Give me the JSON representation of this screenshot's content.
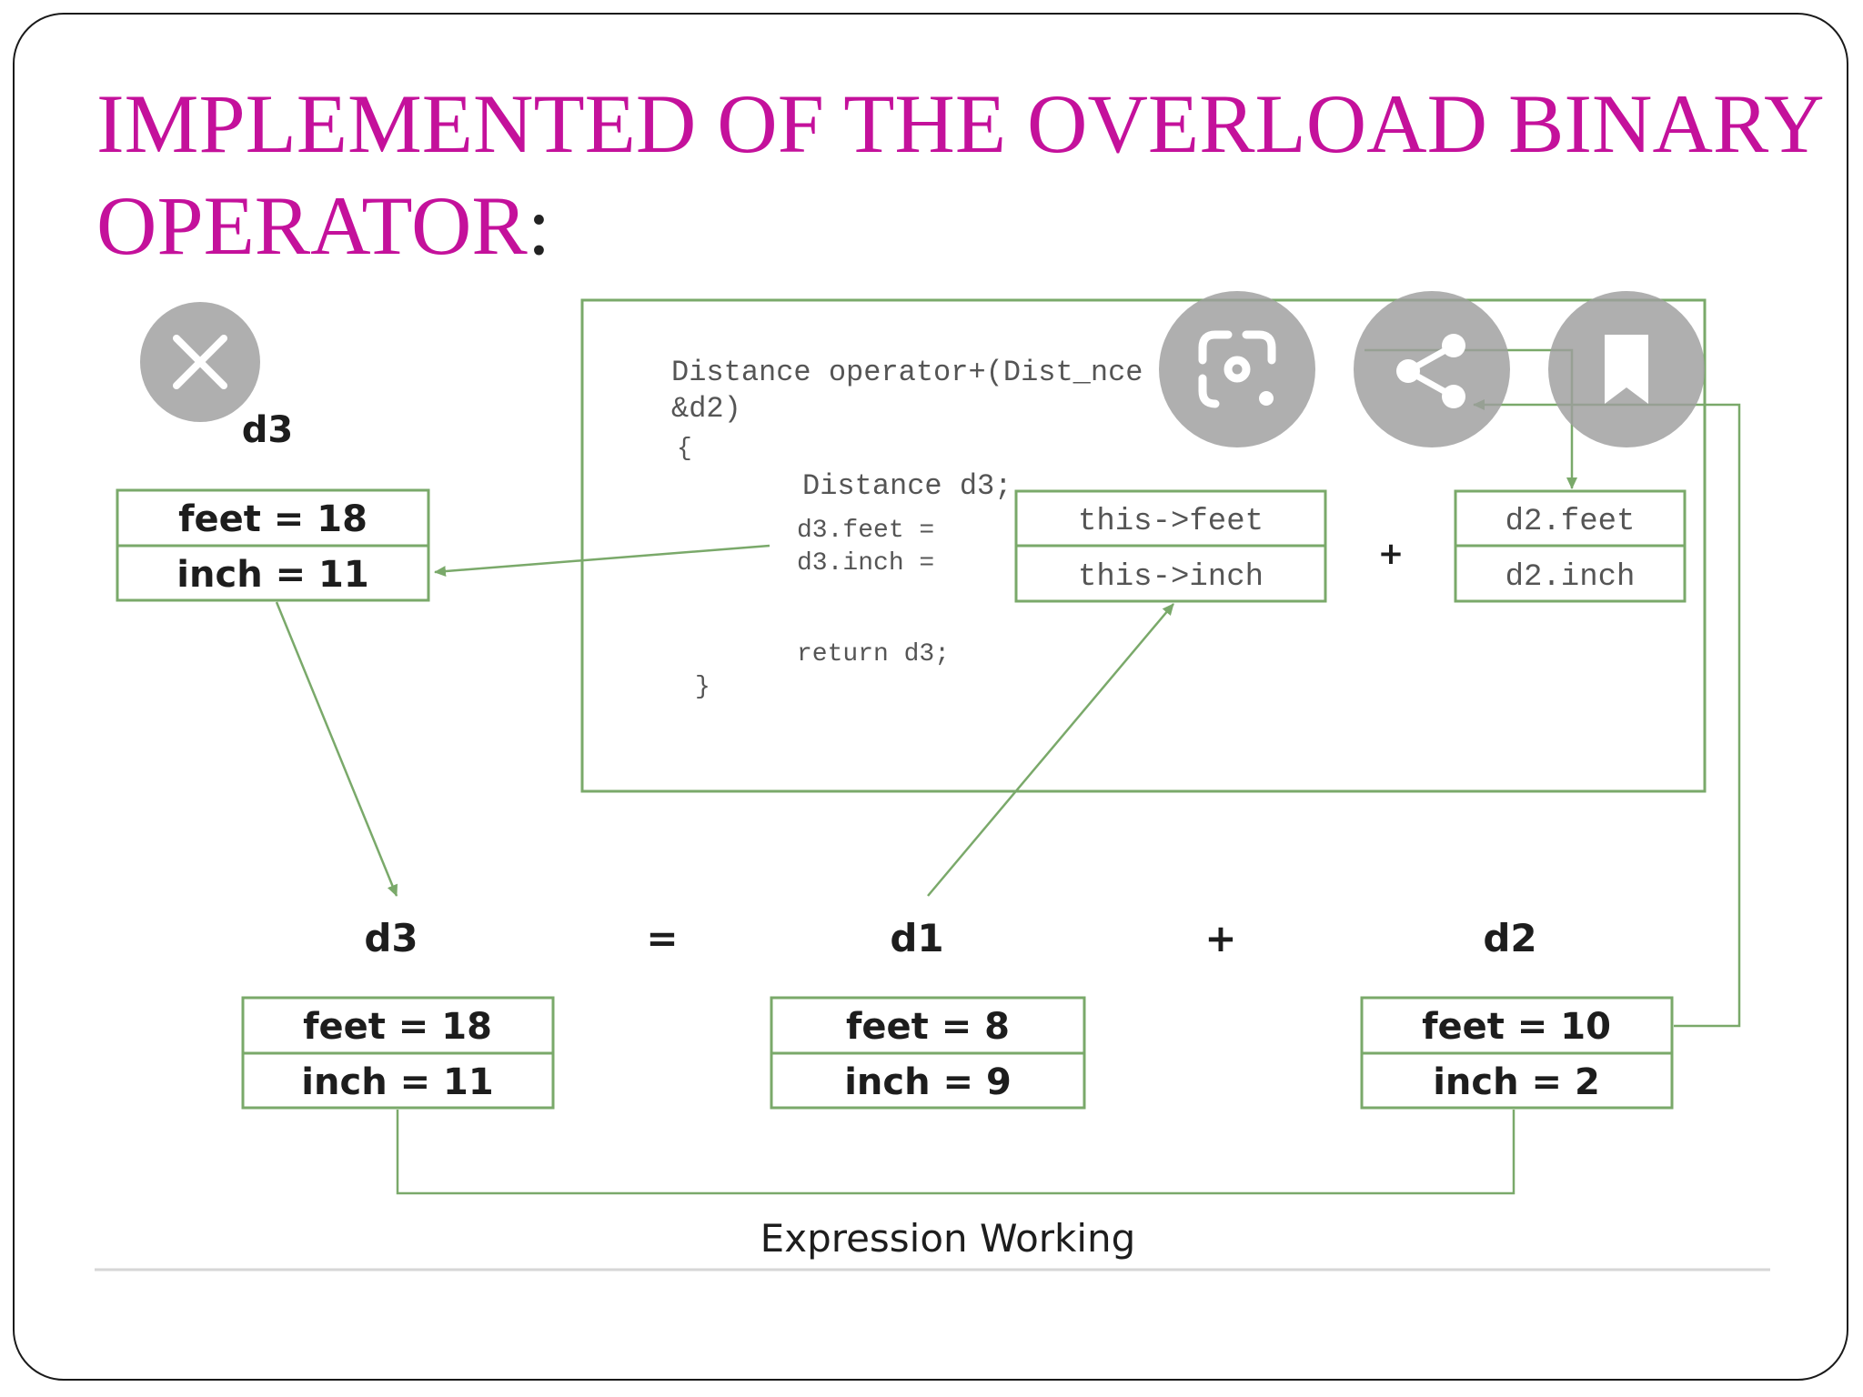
{
  "slide": {
    "title": "IMPLEMENTED OF THE OVERLOAD BINARY OPERATOR",
    "title_colon": ":"
  },
  "colors": {
    "title": "#c4119b",
    "line": "#7aa96a",
    "overlay": "#9e9e9e"
  },
  "overlay_icons": [
    "close-icon",
    "lens-icon",
    "share-icon",
    "bookmark-icon"
  ],
  "code": {
    "line1": "Distance operator+(Dist_nce",
    "line2": "&d2)",
    "line3": "{",
    "line4": "Distance d3;",
    "line5": "d3.feet =",
    "line6": "d3.inch =",
    "line7": "return d3;",
    "line8": "}"
  },
  "this_box": {
    "feet": "this->feet",
    "inch": "this->inch"
  },
  "d2_box": {
    "feet": "d2.feet",
    "inch": "d2.inch"
  },
  "code_plus": "+",
  "result_top": {
    "name": "d3",
    "feet": "feet = 18",
    "inch": "inch = 11"
  },
  "expression": {
    "equals": "=",
    "plus": "+",
    "d3": {
      "name": "d3",
      "feet": "feet = 18",
      "inch": "inch = 11"
    },
    "d1": {
      "name": "d1",
      "feet": "feet = 8",
      "inch": "inch = 9"
    },
    "d2": {
      "name": "d2",
      "feet": "feet = 10",
      "inch": "inch = 2"
    }
  },
  "caption": "Expression Working"
}
